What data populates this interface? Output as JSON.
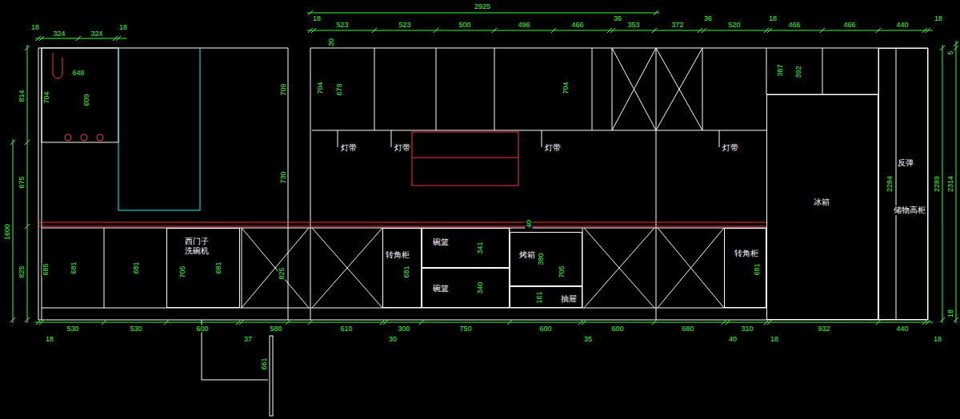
{
  "diagram": {
    "nodes": [
      {
        "text": [
          "西门子 洗碗机"
        ]
      },
      {
        "text": [
          "转角柜"
        ]
      },
      {
        "text": [
          "碗篮"
        ]
      },
      {
        "text": [
          "碗篮"
        ]
      },
      {
        "text": [
          "烤箱"
        ]
      },
      {
        "text": [
          "抽屉"
        ]
      },
      {
        "text": [
          "转角柜"
        ]
      },
      {
        "text": [
          "冰箱"
        ]
      },
      {
        "text": [
          "反弹",
          "储物高柜"
        ]
      }
    ],
    "labels": [
      "18",
      "324",
      "324",
      "18",
      "2925",
      "18",
      "523",
      "523",
      "500",
      "496",
      "466",
      "36",
      "353",
      "372",
      "36",
      "520",
      "18",
      "466",
      "466",
      "440",
      "18",
      "814",
      "675",
      "825",
      "1600",
      "648",
      "704",
      "609",
      "709",
      "730",
      "825",
      "30",
      "704",
      "679",
      "704",
      "387",
      "392",
      "5",
      "2284",
      "2289",
      "2314",
      "灯带",
      "灯带",
      "灯带",
      "灯带",
      "685",
      "681",
      "681",
      "705",
      "681",
      "681",
      "341",
      "340",
      "40",
      "380",
      "705",
      "161",
      "681",
      "18",
      "18",
      "530",
      "530",
      "600",
      "37",
      "580",
      "610",
      "30",
      "300",
      "750",
      "600",
      "35",
      "600",
      "680",
      "40",
      "310",
      "18",
      "932",
      "440",
      "18",
      "661"
    ]
  }
}
